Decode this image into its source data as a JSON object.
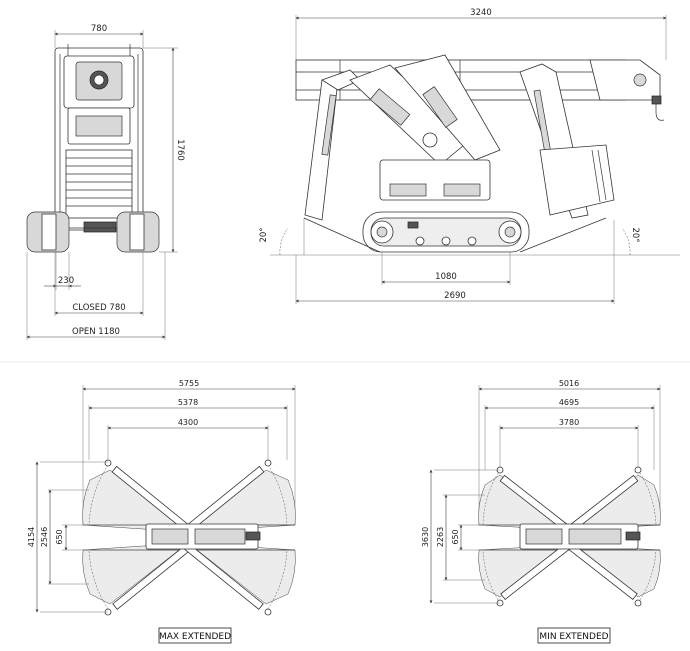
{
  "front_view": {
    "width": "780",
    "height": "1760",
    "track_width": "230",
    "closed": "CLOSED  780",
    "open": "OPEN  1180"
  },
  "side_view": {
    "overall_length": "3240",
    "tread_length": "1080",
    "base_length": "2690",
    "angle_left": "20°",
    "angle_right": "20°"
  },
  "max_extended": {
    "label": "MAX EXTENDED",
    "outer_width": "5755",
    "mid_width": "5378",
    "inner_width": "4300",
    "outer_height": "4154",
    "mid_height": "2546",
    "inner_height": "650"
  },
  "min_extended": {
    "label": "MIN EXTENDED",
    "outer_width": "5016",
    "mid_width": "4695",
    "inner_width": "3780",
    "outer_height": "3630",
    "mid_height": "2263",
    "inner_height": "650"
  }
}
